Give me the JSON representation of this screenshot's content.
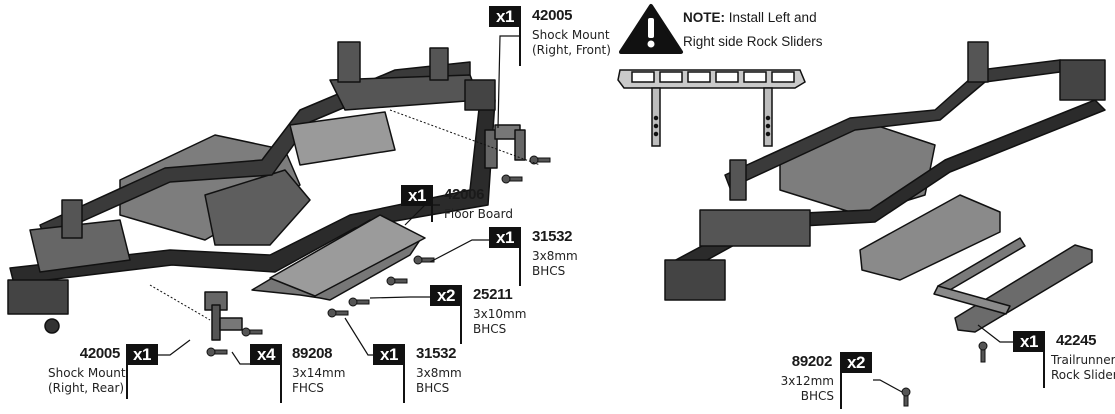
{
  "note": {
    "label": "NOTE:",
    "text_line1": "Install Left and",
    "text_line2": "Right side Rock Sliders"
  },
  "parts": [
    {
      "id": "shock-mount-front",
      "qty": "x1",
      "number": "42005",
      "desc": [
        "Shock Mount",
        "(Right, Front)"
      ]
    },
    {
      "id": "floor-board",
      "qty": "x1",
      "number": "42006",
      "desc": [
        "Floor Board"
      ]
    },
    {
      "id": "bhcs-3x8-top",
      "qty": "x1",
      "number": "31532",
      "desc": [
        "3x8mm",
        "BHCS"
      ]
    },
    {
      "id": "bhcs-3x10",
      "qty": "x2",
      "number": "25211",
      "desc": [
        "3x10mm",
        "BHCS"
      ]
    },
    {
      "id": "shock-mount-rear",
      "qty": "x1",
      "number": "42005",
      "desc": [
        "Shock Mount",
        "(Right, Rear)"
      ]
    },
    {
      "id": "fhcs-3x14",
      "qty": "x4",
      "number": "89208",
      "desc": [
        "3x14mm",
        "FHCS"
      ]
    },
    {
      "id": "bhcs-3x8-bottom",
      "qty": "x1",
      "number": "31532",
      "desc": [
        "3x8mm",
        "BHCS"
      ]
    },
    {
      "id": "bhcs-3x12",
      "qty": "x2",
      "number": "89202",
      "desc": [
        "3x12mm",
        "BHCS"
      ]
    },
    {
      "id": "rock-slider",
      "qty": "x1",
      "number": "42245",
      "desc": [
        "Trailrunner",
        "Rock Slider"
      ]
    }
  ],
  "colors": {
    "ink": "#111111",
    "part_fill": "#8a8a8a",
    "part_light": "#c8c8c8",
    "part_dark": "#2a2a2a"
  },
  "icons": [
    "warning-icon",
    "rock-slider-illustration",
    "chassis-frame-illustration"
  ]
}
